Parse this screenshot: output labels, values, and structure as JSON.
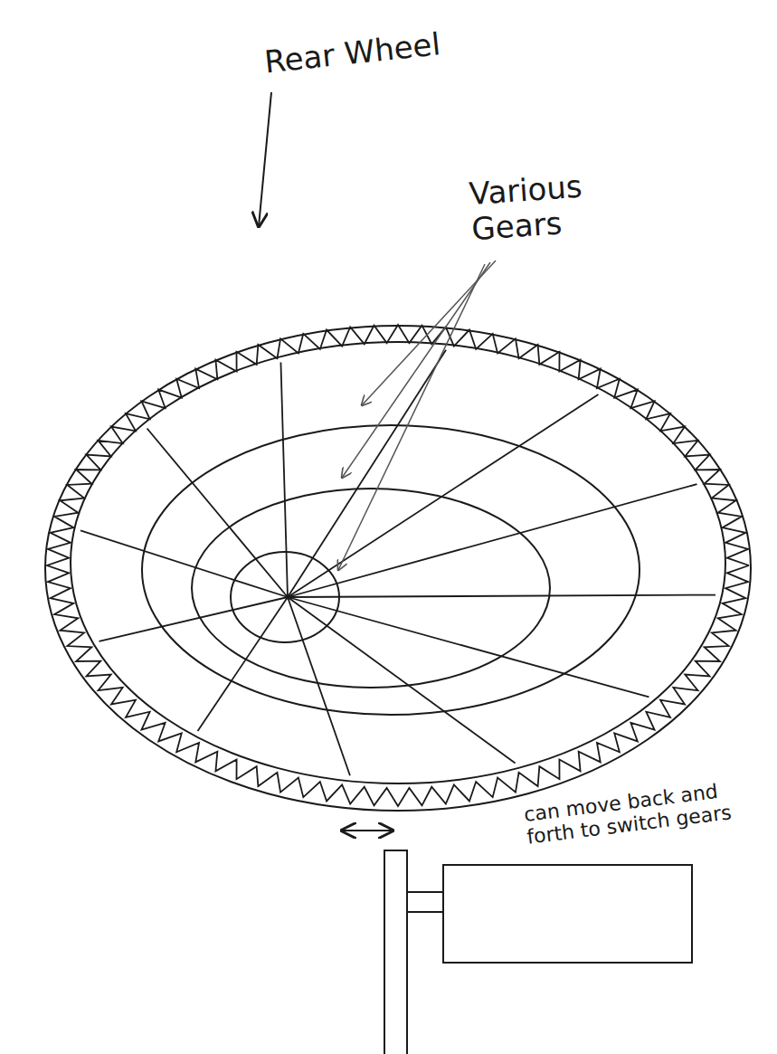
{
  "diagram": {
    "labels": [
      "Rear Wheel",
      "Various Gears",
      "can move back and forth to switch gears"
    ]
  }
}
